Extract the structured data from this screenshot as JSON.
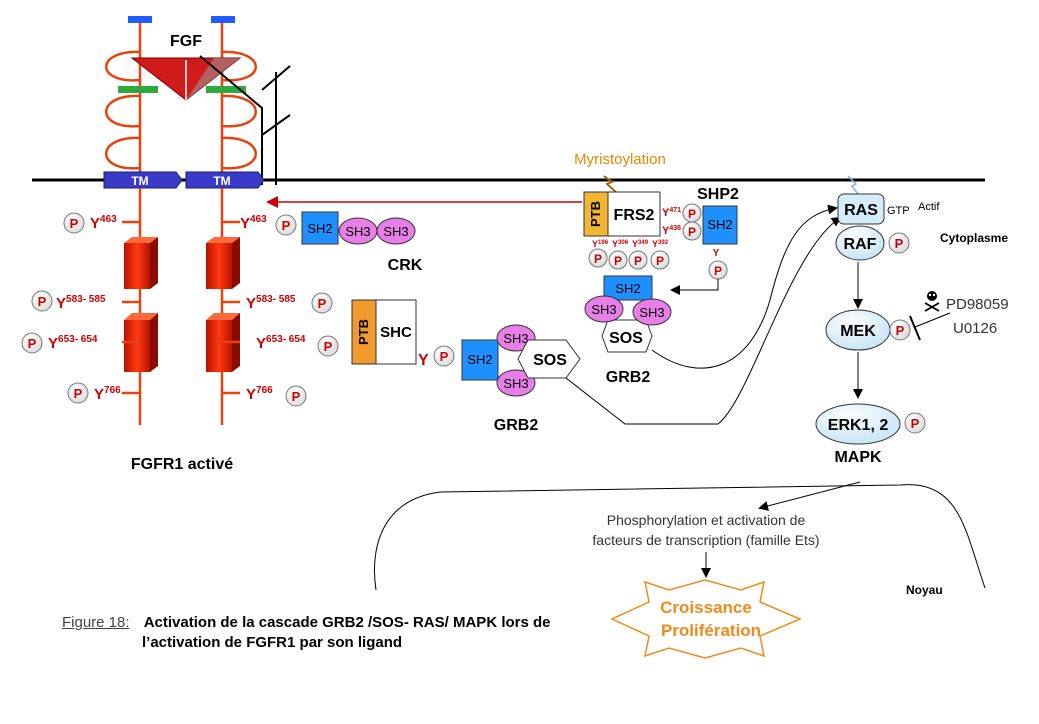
{
  "ligand": "FGF",
  "tm_label": "TM",
  "receptor_title": "FGFR1 activé",
  "p": "P",
  "tyr_left": [
    {
      "y": "Y",
      "sup": "463"
    },
    {
      "y": "Y",
      "sup": "583- 585"
    },
    {
      "y": "Y",
      "sup": "653- 654"
    },
    {
      "y": "Y",
      "sup": "766"
    }
  ],
  "tyr_right": [
    {
      "y": "Y",
      "sup": "463"
    },
    {
      "y": "Y",
      "sup": "583- 585"
    },
    {
      "y": "Y",
      "sup": "653- 654"
    },
    {
      "y": "Y",
      "sup": "766"
    }
  ],
  "crk": {
    "name": "CRK",
    "sh2": "SH2",
    "sh3a": "SH3",
    "sh3b": "SH3"
  },
  "shc": {
    "ptb": "PTB",
    "name": "SHC",
    "y": "Y"
  },
  "grb2_left": {
    "name": "GRB2",
    "sh2": "SH2",
    "sh3a": "SH3",
    "sh3b": "SH3",
    "sos": "SOS"
  },
  "myristoylation": "Myristoylation",
  "frs2": {
    "ptb": "PTB",
    "name": "FRS2",
    "y471": "471",
    "y436": "436",
    "tyr_bottom": [
      "196",
      "306",
      "349",
      "392"
    ],
    "y": "Y"
  },
  "shp2": {
    "name": "SHP2",
    "sh2": "SH2",
    "y": "Y"
  },
  "grb2_right": {
    "name": "GRB2",
    "sh2": "SH2",
    "sh3a": "SH3",
    "sh3b": "SH3",
    "sos": "SOS"
  },
  "ras": {
    "name": "RAS",
    "gtp": "GTP",
    "actif": "Actif"
  },
  "raf": "RAF",
  "mek": "MEK",
  "inhibitors": [
    "PD98059",
    "U0126"
  ],
  "erk": "ERK1, 2",
  "mapk": "MAPK",
  "cytoplasme": "Cytoplasme",
  "noyau": "Noyau",
  "transcription": [
    "Phosphorylation et activation de",
    "facteurs de transcription (famille Ets)"
  ],
  "outcome": [
    "Croissance",
    "Prolifération"
  ],
  "caption": {
    "fig": "Figure 18:",
    "line1": "Activation de la cascade GRB2 /SOS- RAS/ MAPK lors de",
    "line2": "l’activation de FGFR1 par son ligand"
  },
  "colors": {
    "receptor": "#e8420f",
    "membrane": "#000000",
    "tm": "#3a3ac8",
    "sh2": "#1e90ff",
    "sh3": "#e87ee8",
    "ptb": "#f39a2e",
    "frs2_ptb": "#f2b632",
    "phospho_text": "#cc0000",
    "ras_pathway": "#d4ecfb",
    "myristoylation": "#e08a00",
    "outcome": "#f08a1c",
    "arrow_red": "#cc0000"
  }
}
